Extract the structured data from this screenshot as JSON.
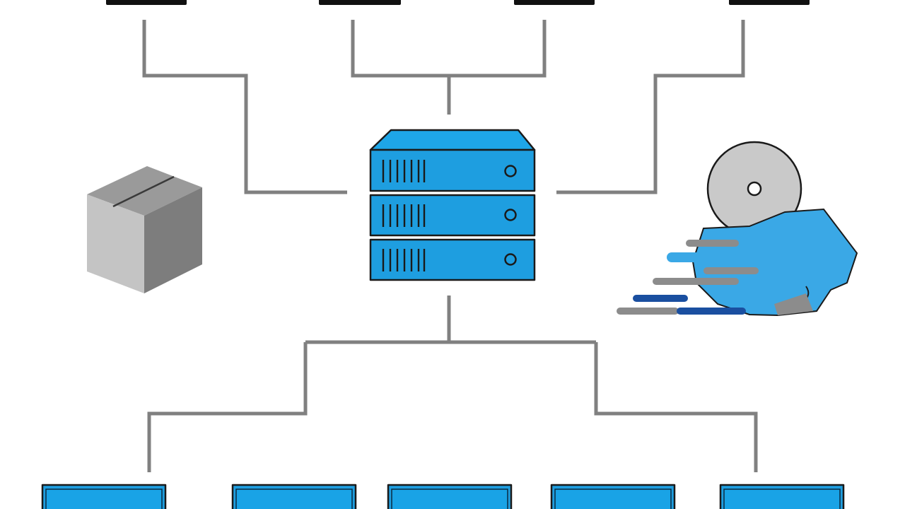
{
  "diagram": {
    "type": "network-topology",
    "central_node": "server-icon",
    "top_nodes": 4,
    "bottom_nodes": 5,
    "side_items": [
      "box-icon",
      "fast-disc-delivery-icon"
    ]
  },
  "colors": {
    "background": "#ffffff",
    "connector": "#808080",
    "server_fill": "#1e9ee0",
    "server_top": "#1ea6e8",
    "monitor_fill": "#1e9ee0",
    "box_light": "#bdbdbd",
    "box_mid": "#9e9e9e",
    "box_dark": "#7a7a7a",
    "disc": "#c9c9c9",
    "hand": "#3aa8e6",
    "speed_grey": "#8c8c8c",
    "speed_blue": "#1a4fa0",
    "outline": "#1a1a1a"
  }
}
